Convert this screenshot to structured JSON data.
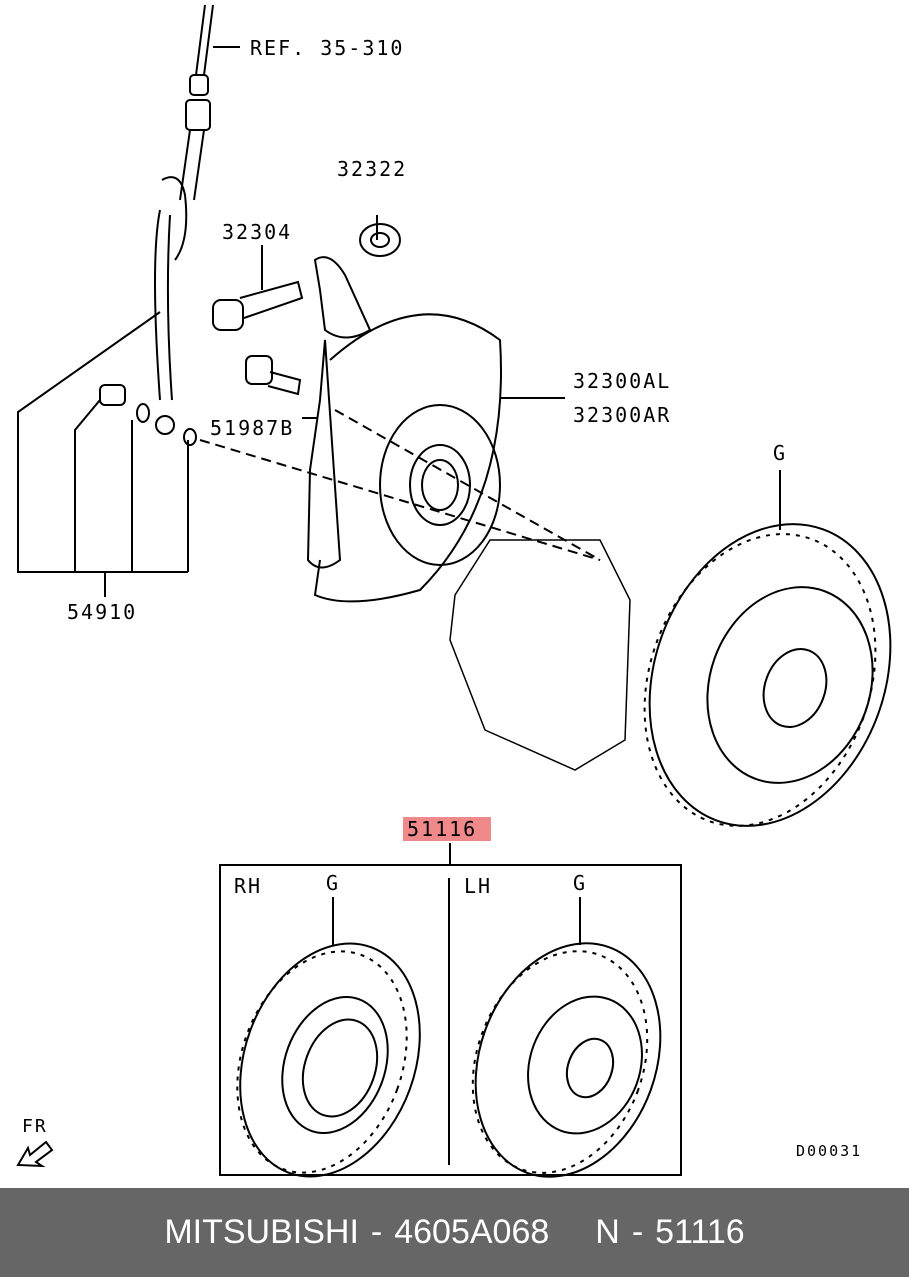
{
  "callouts": {
    "ref": "REF. 35-310",
    "p32322": "32322",
    "p32304": "32304",
    "p32300al": "32300AL",
    "p32300ar": "32300AR",
    "p51987b": "51987B",
    "p54910": "54910",
    "g_main": "G",
    "p51116": "51116"
  },
  "inset": {
    "rh": "RH",
    "lh": "LH",
    "g_rh": "G",
    "g_lh": "G"
  },
  "fr_label": "FR",
  "diagram_code": "D00031",
  "footer": {
    "brand": "MITSUBISHI",
    "sep1": "-",
    "part_number": "4605A068",
    "ref_prefix": "N",
    "sep2": "-",
    "ref_number": "51116"
  },
  "colors": {
    "highlight": "#f08a8a",
    "footer_bg": "#666666"
  }
}
